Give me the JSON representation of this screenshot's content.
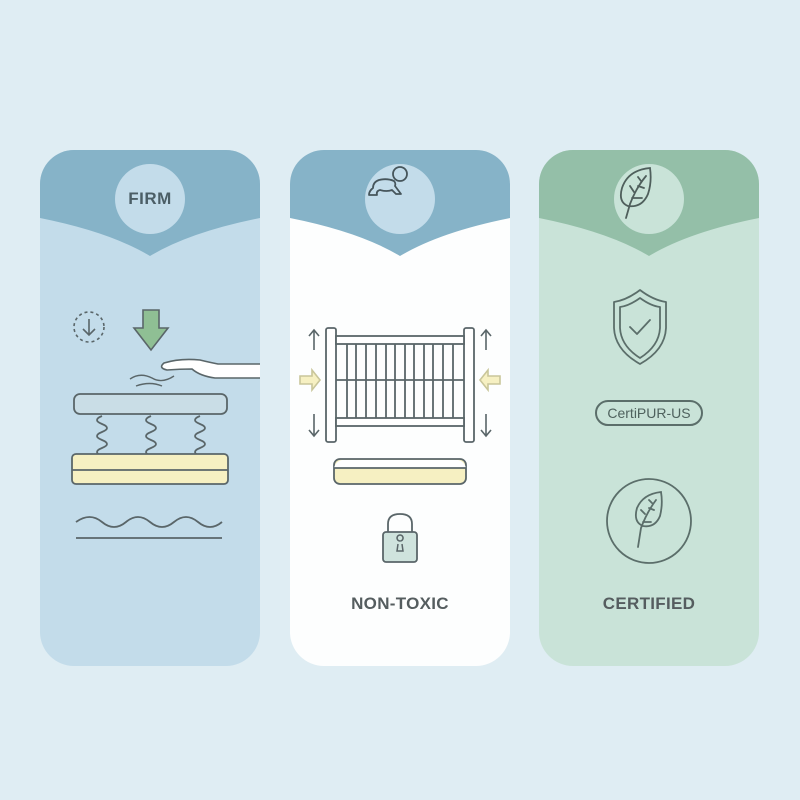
{
  "cards": [
    {
      "id": "firm",
      "badge_text": "FIRM",
      "header_color": "#86b3c8",
      "body_color": "#c3dcea",
      "icons": [
        "dashed-circle-down-arrow-icon",
        "green-down-arrow-icon",
        "hand-icon",
        "mattress-spring-icon",
        "wave-line-icon"
      ]
    },
    {
      "id": "non-toxic",
      "badge_icon": "crawling-baby-icon",
      "label": "NON-TOXIC",
      "header_color": "#86b3c8",
      "body_color": "#fdfefe",
      "icons": [
        "crib-icon",
        "adjust-arrows-icon",
        "mattress-icon",
        "padlock-icon"
      ]
    },
    {
      "id": "certified",
      "badge_icon": "leaf-icon",
      "badge_text_pill": "CertiPUR-US",
      "label": "CERTIFIED",
      "header_color": "#94bfa8",
      "body_color": "#c9e3d8",
      "icons": [
        "shield-check-icon",
        "leaf-circle-icon"
      ]
    }
  ],
  "colors": {
    "background": "#dfedf3",
    "stroke": "#5a6669",
    "accent_green": "#8fbf94",
    "accent_yellow": "#f6f0c2"
  }
}
